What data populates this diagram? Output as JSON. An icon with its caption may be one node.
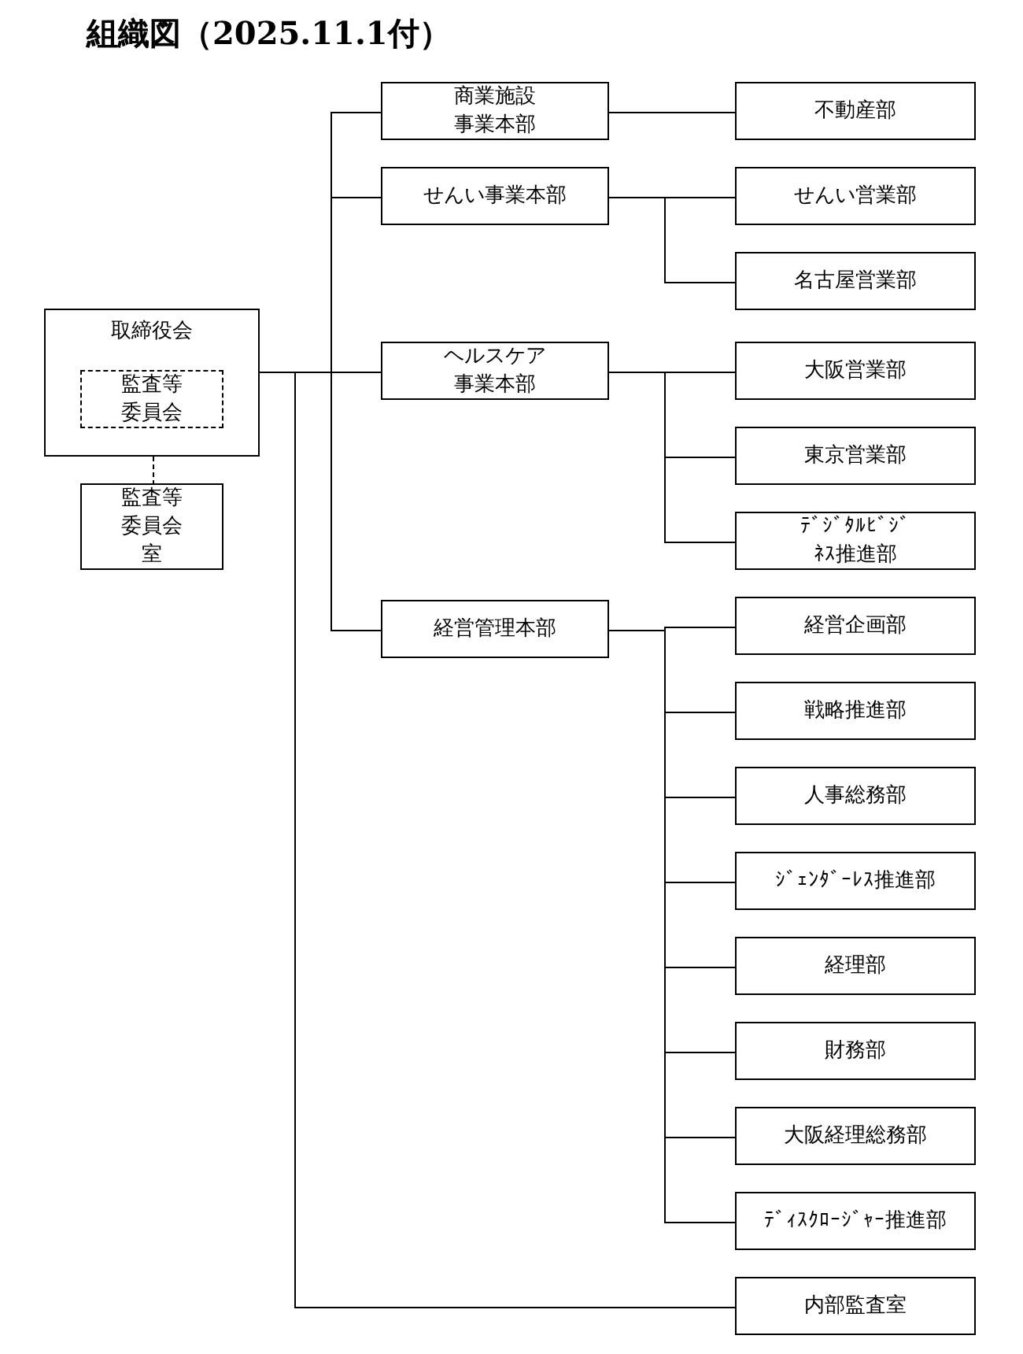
{
  "diagram": {
    "title": "組織図（2025.11.1付）",
    "nodes": [
      {
        "text": [
          "取締役会"
        ]
      },
      {
        "text": [
          "監査等委員会"
        ],
        "in": 0
      },
      {
        "text": [
          "監査等委員会室"
        ]
      },
      {
        "text": [
          "商業施設事業本部"
        ]
      },
      {
        "text": [
          "せんい事業本部"
        ]
      },
      {
        "text": [
          "ヘルスケア事業本部"
        ]
      },
      {
        "text": [
          "経営管理本部"
        ]
      },
      {
        "text": [
          "不動産部"
        ]
      },
      {
        "text": [
          "せんい営業部"
        ]
      },
      {
        "text": [
          "名古屋営業部"
        ]
      },
      {
        "text": [
          "大阪営業部"
        ]
      },
      {
        "text": [
          "東京営業部"
        ]
      },
      {
        "text": [
          "ﾃﾞｼﾞﾀﾙﾋﾞｼﾞﾈｽ推進部"
        ]
      },
      {
        "text": [
          "経営企画部"
        ]
      },
      {
        "text": [
          "戦略推進部"
        ]
      },
      {
        "text": [
          "人事総務部"
        ]
      },
      {
        "text": [
          "ｼﾞｪﾝﾀﾞｰﾚｽ推進部"
        ]
      },
      {
        "text": [
          "経理部"
        ]
      },
      {
        "text": [
          "財務部"
        ]
      },
      {
        "text": [
          "大阪経理総務部"
        ]
      },
      {
        "text": [
          "ﾃﾞｨｽｸﾛｰｼﾞｬｰ推進部"
        ]
      },
      {
        "text": [
          "内部監査室"
        ]
      }
    ],
    "edges": [
      {
        "from": 0,
        "to": 2,
        "arrow": "none",
        "style": "dashed"
      },
      {
        "from": 0,
        "to": 3,
        "arrow": "none"
      },
      {
        "from": 0,
        "to": 4,
        "arrow": "none"
      },
      {
        "from": 0,
        "to": 5,
        "arrow": "none"
      },
      {
        "from": 0,
        "to": 6,
        "arrow": "none"
      },
      {
        "from": 0,
        "to": 21,
        "arrow": "none"
      },
      {
        "from": 3,
        "to": 7,
        "arrow": "none"
      },
      {
        "from": 4,
        "to": 8,
        "arrow": "none"
      },
      {
        "from": 4,
        "to": 9,
        "arrow": "none"
      },
      {
        "from": 5,
        "to": 10,
        "arrow": "none"
      },
      {
        "from": 5,
        "to": 11,
        "arrow": "none"
      },
      {
        "from": 5,
        "to": 12,
        "arrow": "none"
      },
      {
        "from": 6,
        "to": 13,
        "arrow": "none"
      },
      {
        "from": 6,
        "to": 14,
        "arrow": "none"
      },
      {
        "from": 6,
        "to": 15,
        "arrow": "none"
      },
      {
        "from": 6,
        "to": 16,
        "arrow": "none"
      },
      {
        "from": 6,
        "to": 17,
        "arrow": "none"
      },
      {
        "from": 6,
        "to": 18,
        "arrow": "none"
      },
      {
        "from": 6,
        "to": 19,
        "arrow": "none"
      },
      {
        "from": 6,
        "to": 20,
        "arrow": "none"
      }
    ]
  }
}
